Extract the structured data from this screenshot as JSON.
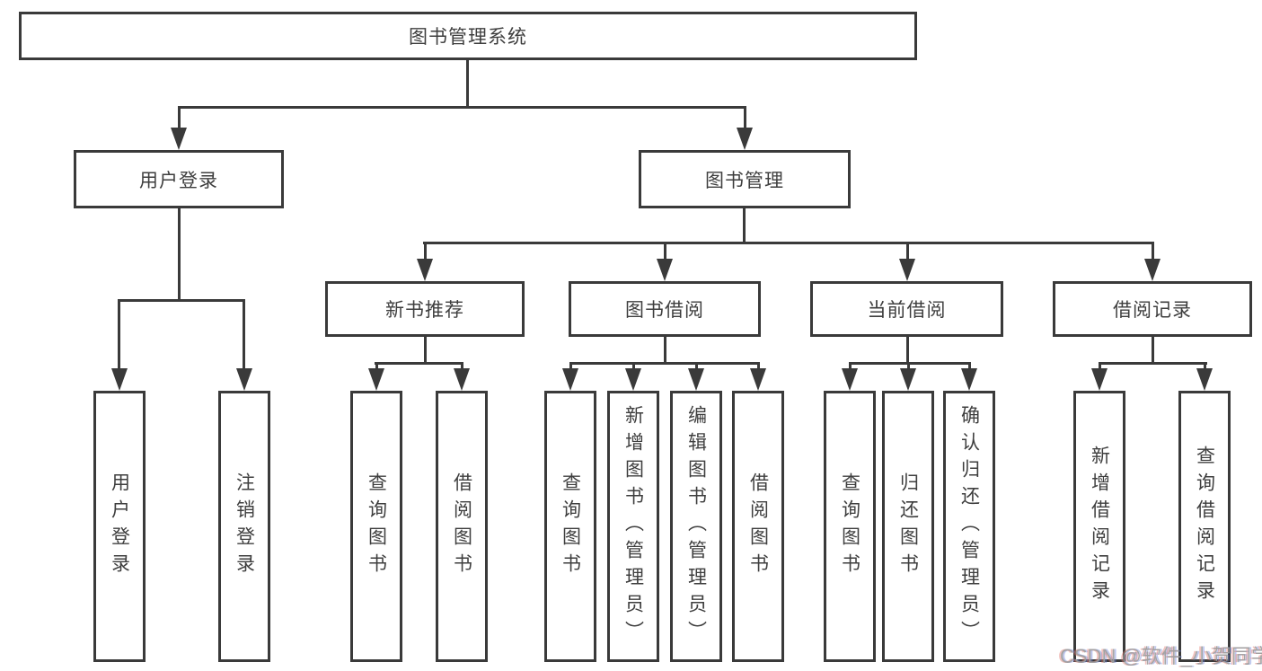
{
  "tree": {
    "root": "图书管理系统",
    "branches": [
      {
        "label": "用户登录",
        "children": [
          "用户登录",
          "注销登录"
        ]
      },
      {
        "label": "图书管理",
        "sections": [
          {
            "label": "新书推荐",
            "children": [
              "查询图书",
              "借阅图书"
            ]
          },
          {
            "label": "图书借阅",
            "children": [
              "查询图书",
              "新增图书（管理员）",
              "编辑图书（管理员）",
              "借阅图书"
            ]
          },
          {
            "label": "当前借阅",
            "children": [
              "查询图书",
              "归还图书",
              "确认归还（管理员）"
            ]
          },
          {
            "label": "借阅记录",
            "children": [
              "新增借阅记录",
              "查询借阅记录"
            ]
          }
        ]
      }
    ]
  },
  "watermark": "CSDN @软件_小贺同学",
  "colors": {
    "line": "#3a3a3a",
    "box_border": "#3a3a3a",
    "text": "#3e3e3e",
    "watermark": "#9e9e9e",
    "background": "#ffffff"
  }
}
